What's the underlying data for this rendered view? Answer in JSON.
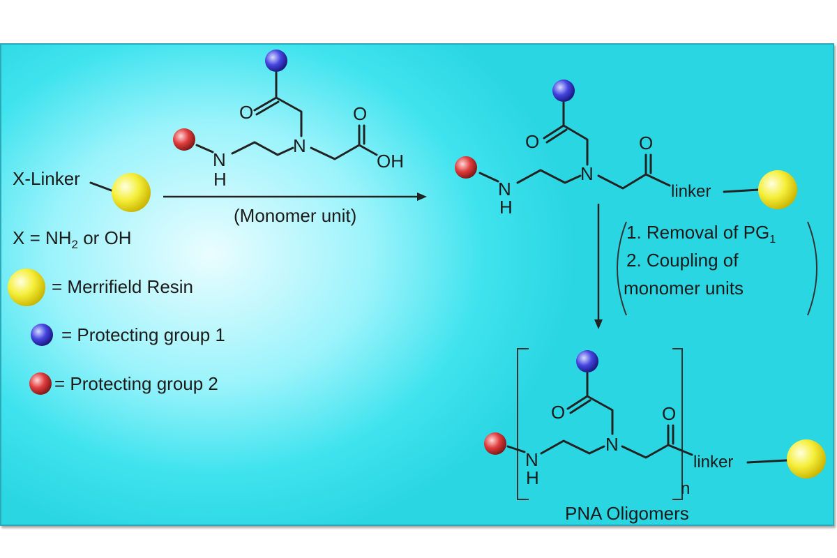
{
  "colors": {
    "background": "#3fe3ee",
    "resin": "#f5ef3a",
    "protecting_group_1": "#3c3cd8",
    "protecting_group_2": "#d83a3a"
  },
  "start": {
    "x_linker": "X-Linker",
    "x_definition": "X = NH",
    "x_definition_sub": "2",
    "x_definition_tail": " or OH"
  },
  "legend": {
    "resin_label": "= Merrifield Resin",
    "pg1_label": "= Protecting group 1",
    "pg2_label": "= Protecting group 2"
  },
  "monomer": {
    "caption": "(Monomer unit)",
    "atoms": {
      "O_top": "O",
      "O_acid": "O",
      "OH": "OH",
      "N_tert": "N",
      "N_H": "N",
      "H": "H"
    }
  },
  "product": {
    "atoms": {
      "O_top": "O",
      "O_amide": "O",
      "N_tert": "N",
      "N_H": "N",
      "H": "H"
    },
    "linker": "linker"
  },
  "steps": {
    "step1": "1. Removal of PG",
    "step1_sub": "1",
    "step2": "2. Coupling of",
    "step3": "monomer units"
  },
  "oligomer": {
    "atoms": {
      "O_top": "O",
      "O_amide": "O",
      "N_tert": "N",
      "N_H": "N",
      "H": "H"
    },
    "linker": "linker",
    "repeat": "n",
    "caption": "PNA Oligomers"
  }
}
